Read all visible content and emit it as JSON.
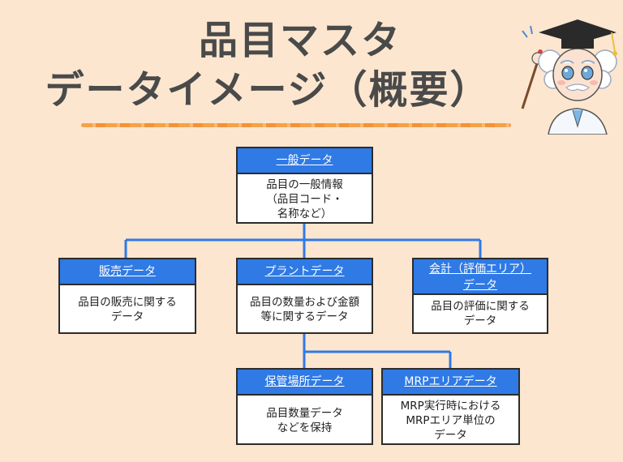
{
  "title": {
    "line1": "品目マスタ",
    "line2": "データイメージ（概要）"
  },
  "nodes": {
    "general": {
      "heading": "一般データ",
      "lines": [
        "品目の一般情報",
        "（品目コード・",
        "名称など）"
      ]
    },
    "sales": {
      "heading": "販売データ",
      "lines": [
        "品目の販売に関する",
        "データ"
      ]
    },
    "plant": {
      "heading": "プラントデータ",
      "lines": [
        "品目の数量および金額",
        "等に関するデータ"
      ]
    },
    "accounting": {
      "heading_lines": [
        "会計（評価エリア）",
        "データ"
      ],
      "lines": [
        "品目の評価に関する",
        "データ"
      ]
    },
    "storage": {
      "heading": "保管場所データ",
      "lines": [
        "品目数量データ",
        "などを保持"
      ]
    },
    "mrp": {
      "heading": "MRPエリアデータ",
      "lines": [
        "MRP実行時における",
        "MRPエリア単位の",
        "データ"
      ]
    }
  },
  "colors": {
    "background": "#fde6cf",
    "box_header": "#2f7ae5",
    "connector": "#2f7ae5",
    "title_text": "#4a4a4a"
  },
  "illustration": {
    "icon": "professor-mascot-icon"
  }
}
